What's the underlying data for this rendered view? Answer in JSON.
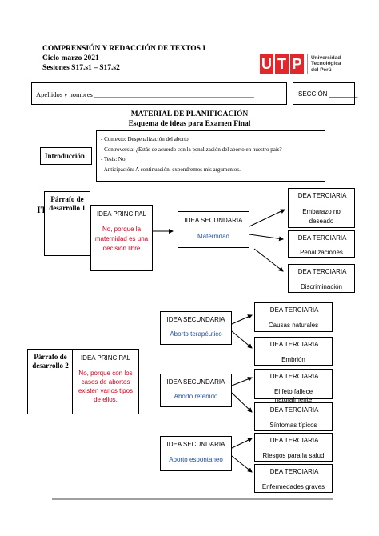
{
  "header": {
    "course": "COMPRENSIÓN Y REDACCIÓN DE TEXTOS I",
    "cycle": "Ciclo marzo 2021",
    "sessions": "Sesiones S17.s1 – S17.s2",
    "logo_letters": [
      "U",
      "T",
      "P"
    ],
    "logo_text": [
      "Universidad",
      "Tecnológica",
      "del Perú"
    ],
    "brand_color": "#e3262b"
  },
  "student_row": {
    "name_label": "Apellidos y nombres _______________________________________________",
    "section_label": "SECCIÓN ________"
  },
  "title": {
    "main": "MATERIAL DE PLANIFICACIÓN",
    "sub": "Esquema de ideas para Examen Final"
  },
  "intro": {
    "label": "Introducción",
    "items": [
      "- Contexto: Despenalización del aborto",
      "- Controversia: ¿Estás de acuerdo con la penalización del aborto en nuestro país?",
      "- Tesis: No,",
      "- Anticipación: A continuación, expondremos mis argumentos."
    ]
  },
  "p1": {
    "label": "Párrafo de desarrollo 1",
    "overlap_text": "IT",
    "principal": {
      "title": "IDEA PRINCIPAL",
      "text": "No, porque la maternidad es una decisión libre"
    },
    "secundaria": {
      "title": "IDEA SECUNDARIA",
      "text": "Maternidad"
    },
    "terciarias": [
      {
        "title": "IDEA TERCIARIA",
        "text": "Embarazo no deseado"
      },
      {
        "title": "IDEA TERCIARIA",
        "text": "Penalizaciones"
      },
      {
        "title": "IDEA TERCIARIA",
        "text": "Discriminación"
      }
    ]
  },
  "p2": {
    "label": "Párrafo de desarrollo 2",
    "principal": {
      "title": "IDEA PRINCIPAL",
      "text": "No, porque con los casos de abortos existen varios tipos de ellos."
    },
    "secundarias": [
      {
        "title": "IDEA SECUNDARIA",
        "text": "Aborto terapéutico"
      },
      {
        "title": "IDEA SECUNDARIA",
        "text": "Aborto retenido"
      },
      {
        "title": "IDEA SECUNDARIA",
        "text": "Aborto espontaneo"
      }
    ],
    "terciarias": [
      {
        "title": "IDEA TERCIARIA",
        "text": "Causas naturales"
      },
      {
        "title": "IDEA TERCIARIA",
        "text": "Embrión"
      },
      {
        "title": "IDEA TERCIARIA",
        "text": "El feto fallece naturalmente"
      },
      {
        "title": "IDEA TERCIARIA",
        "text": "Síntomas típicos"
      },
      {
        "title": "IDEA TERCIARIA",
        "text": "Riesgos para la salud"
      },
      {
        "title": "IDEA TERCIARIA",
        "text": "Enfermedades graves"
      }
    ]
  },
  "colors": {
    "red_text": "#d0021b",
    "blue_text": "#1f4e9c"
  }
}
